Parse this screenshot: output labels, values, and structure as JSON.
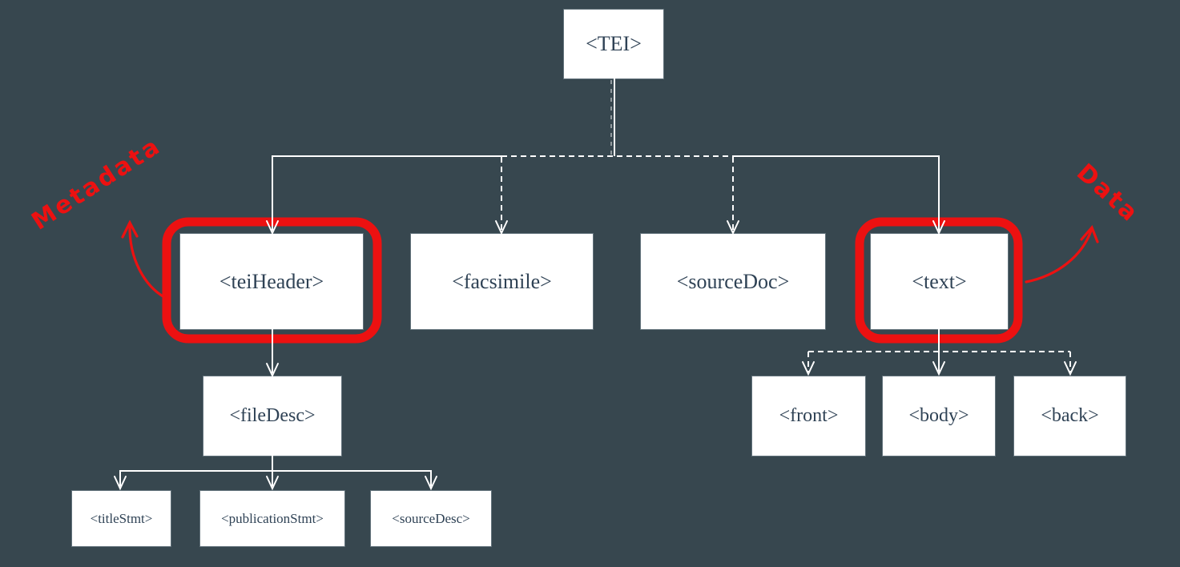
{
  "colors": {
    "background": "#37474f",
    "box_fill": "#ffffff",
    "box_text": "#2f4255",
    "connector": "#ffffff",
    "highlight_red": "#ec1111"
  },
  "nodes": {
    "tei": {
      "label": "<TEI>"
    },
    "teiHeader": {
      "label": "<teiHeader>"
    },
    "facsimile": {
      "label": "<facsimile>"
    },
    "sourceDoc": {
      "label": "<sourceDoc>"
    },
    "text": {
      "label": "<text>"
    },
    "fileDesc": {
      "label": "<fileDesc>"
    },
    "front": {
      "label": "<front>"
    },
    "body": {
      "label": "<body>"
    },
    "back": {
      "label": "<back>"
    },
    "titleStmt": {
      "label": "<titleStmt>"
    },
    "publicationStmt": {
      "label": "<publicationStmt>"
    },
    "sourceDesc": {
      "label": "<sourceDesc>"
    }
  },
  "edges": [
    {
      "from": "TEI",
      "to": "teiHeader",
      "style": "solid"
    },
    {
      "from": "TEI",
      "to": "facsimile",
      "style": "dashed"
    },
    {
      "from": "TEI",
      "to": "sourceDoc",
      "style": "dashed"
    },
    {
      "from": "TEI",
      "to": "text",
      "style": "solid"
    },
    {
      "from": "teiHeader",
      "to": "fileDesc",
      "style": "solid"
    },
    {
      "from": "fileDesc",
      "to": "titleStmt",
      "style": "solid"
    },
    {
      "from": "fileDesc",
      "to": "publicationStmt",
      "style": "solid"
    },
    {
      "from": "fileDesc",
      "to": "sourceDesc",
      "style": "solid"
    },
    {
      "from": "text",
      "to": "front",
      "style": "dashed"
    },
    {
      "from": "text",
      "to": "body",
      "style": "solid"
    },
    {
      "from": "text",
      "to": "back",
      "style": "dashed"
    }
  ],
  "highlights": [
    "teiHeader",
    "text"
  ],
  "annotations": {
    "metadata": {
      "label": "Metadata",
      "points_to": "teiHeader"
    },
    "data": {
      "label": "Data",
      "points_to": "text"
    }
  }
}
